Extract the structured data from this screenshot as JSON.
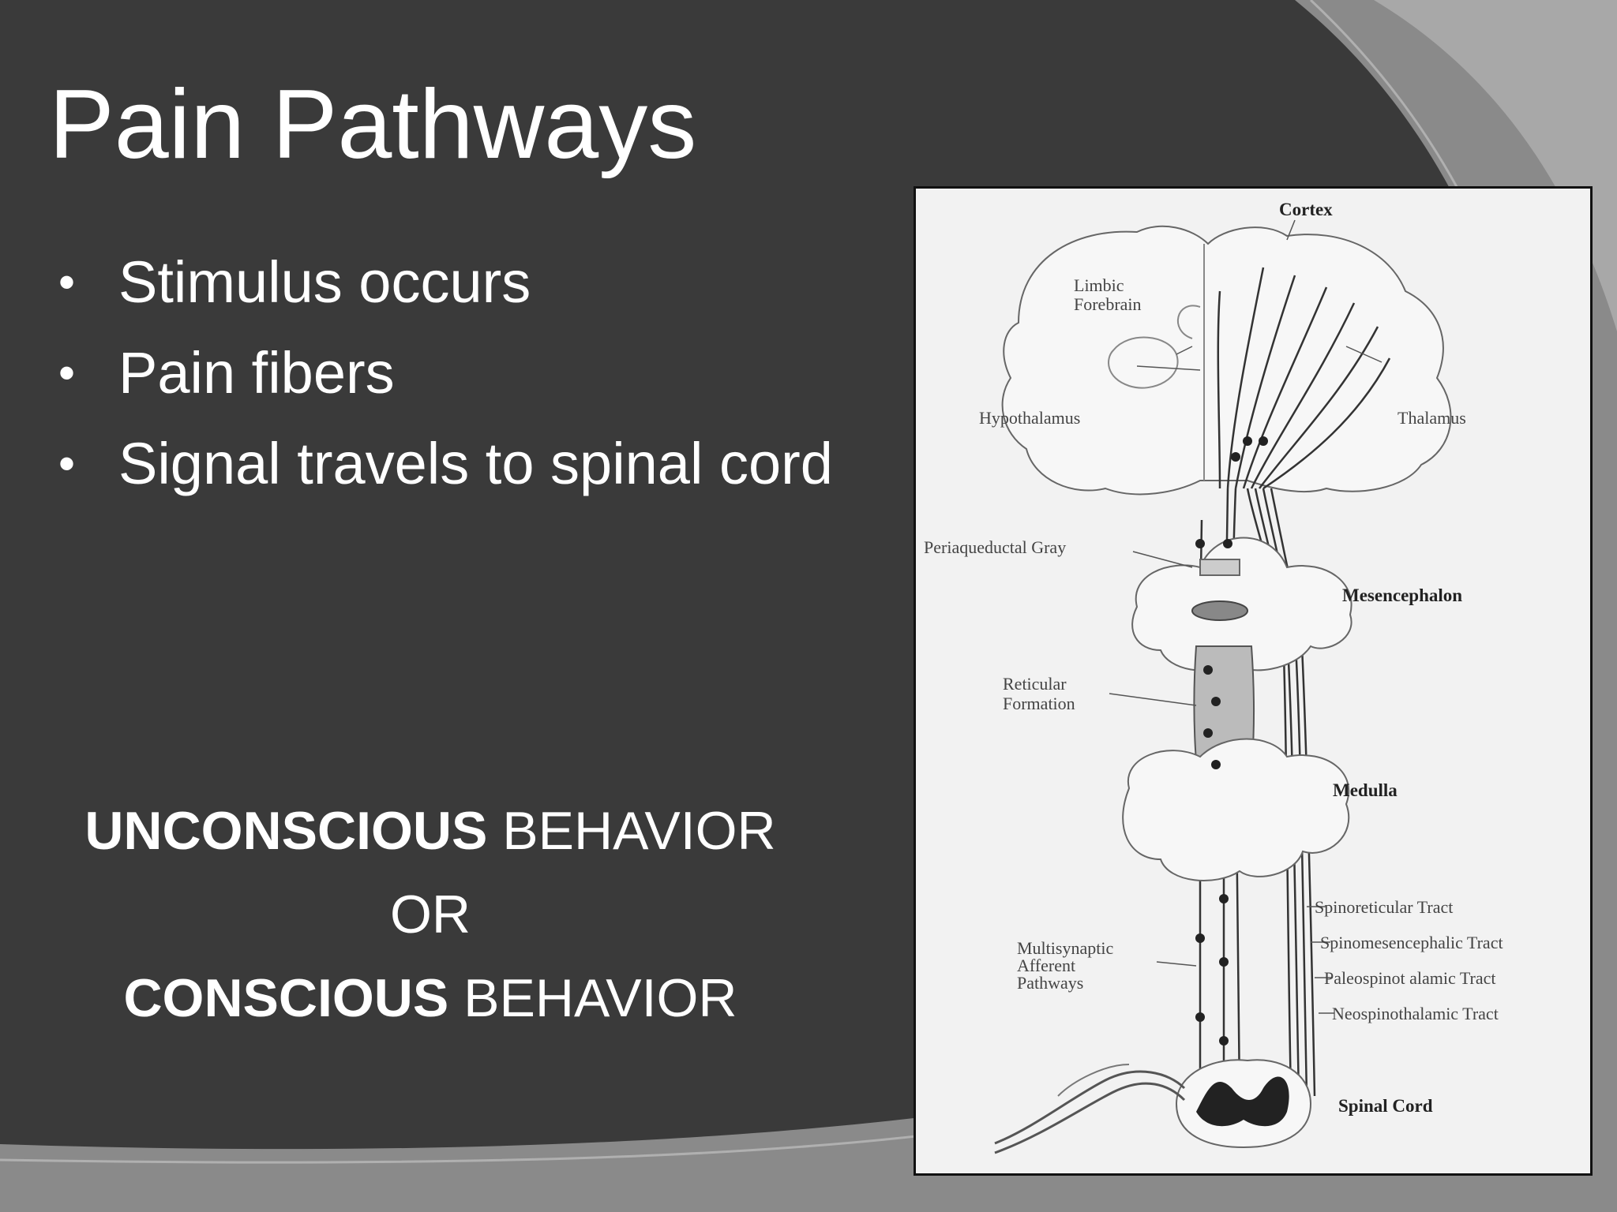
{
  "slide": {
    "title": "Pain Pathways",
    "bullets": [
      "Stimulus occurs",
      "Pain fibers",
      "Signal travels to spinal cord"
    ],
    "behavior": {
      "line1_bold": "UNCONSCIOUS",
      "line1_rest": " BEHAVIOR",
      "line2": "OR",
      "line3_bold": "CONSCIOUS",
      "line3_rest": " BEHAVIOR"
    }
  },
  "diagram": {
    "labels": {
      "cortex": "Cortex",
      "limbic1": "Limbic",
      "limbic2": "Forebrain",
      "hypothalamus": "Hypothalamus",
      "thalamus": "Thalamus",
      "periaqueductal": "Periaqueductal Gray",
      "mesencephalon": "Mesencephalon",
      "reticular1": "Reticular",
      "reticular2": "Formation",
      "medulla": "Medulla",
      "spinoreticular": "Spinoreticular Tract",
      "spinomesencephalic": "Spinomesencephalic Tract",
      "paleospino": "Paleospinot  alamic Tract",
      "neospino": "Neospinothalamic Tract",
      "multi1": "Multisynaptic",
      "multi2": "Afferent",
      "multi3": "Pathways",
      "spinal_cord": "Spinal Cord"
    }
  },
  "colors": {
    "background": "#3a3a3a",
    "shade": "#8a8a8a",
    "text": "#ffffff"
  }
}
